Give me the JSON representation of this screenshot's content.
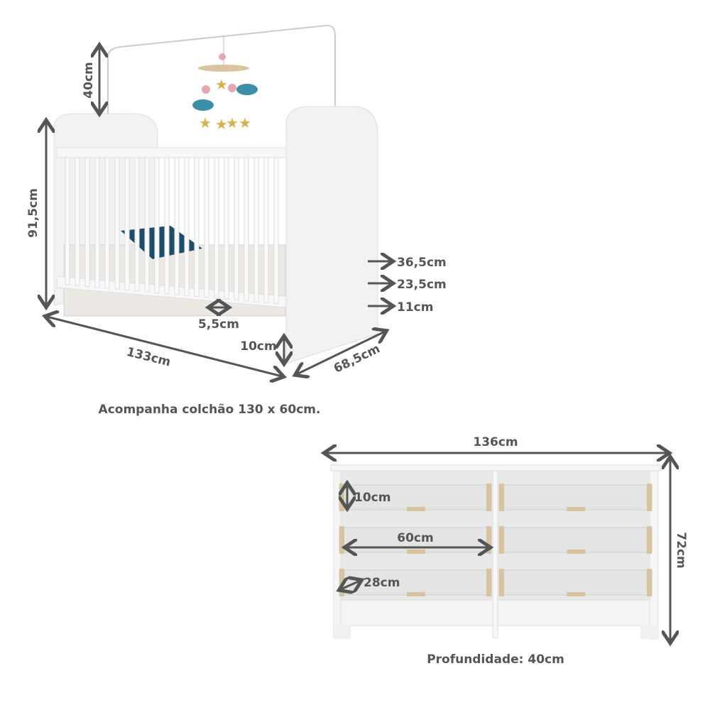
{
  "crib": {
    "canopy_height": "40cm",
    "height": "91,5cm",
    "length": "133cm",
    "width": "68,5cm",
    "slat_gap": "5,5cm",
    "floor_clearance": "10cm",
    "mattress_levels": [
      "36,5cm",
      "23,5cm",
      "11cm"
    ],
    "caption": "Acompanha colchão 130 x 60cm."
  },
  "dresser": {
    "width": "136cm",
    "height": "72cm",
    "drawer_height": "10cm",
    "drawer_width": "60cm",
    "drawer_depth": "28cm",
    "depth_caption": "Profundidade: 40cm"
  },
  "colors": {
    "label": "#555555",
    "furniture": "#f2f2f2",
    "wood": "#d8c3a0"
  }
}
